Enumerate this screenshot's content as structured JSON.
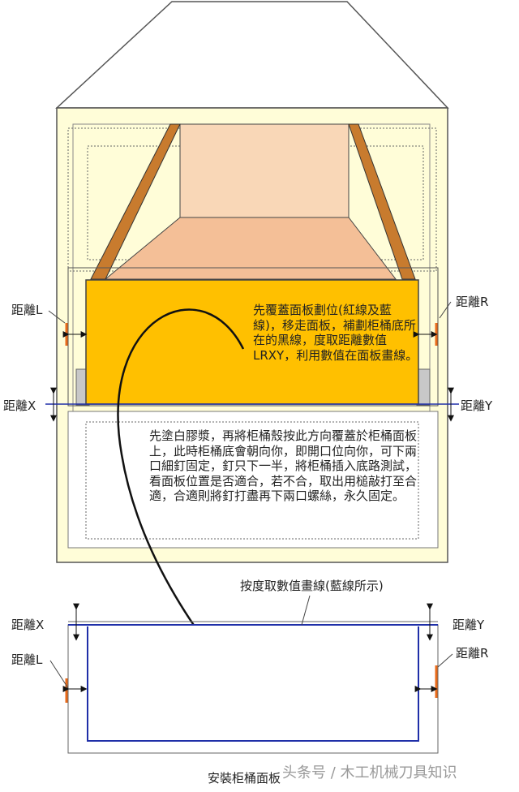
{
  "labels": {
    "dist_l": "距離L",
    "dist_r": "距離R",
    "dist_x": "距離X",
    "dist_y": "距離Y",
    "measure_caption": "按度取數值畫線(藍線所示)",
    "title": "安裝柜桶面板",
    "watermark": "头条号 / 木工机械刀具知识"
  },
  "notes": {
    "top": "先覆蓋面板劃位(紅線及藍線)，移走面板，補劃柜桶底所在的黑線，度取距離數值LRXY，利用數值在面板畫線。",
    "middle": "先塗白膠漿，再將柜桶殼按此方向覆蓋於柜桶面板上，此時柜桶底會朝向你，即開口位向你，可下兩口細釘固定，釘只下一半，將柜桶插入底路測試，看面板位置是否適合，若不合，取出用槌敲打至合適，合適則將釘打盡再下兩口螺絲，永久固定。"
  },
  "colors": {
    "cabinet": "#fffdd8",
    "panel": "#ffc000",
    "drawer_side": "#c87b2e",
    "drawer_inner": "#f6c8a0",
    "red_mark": "#e86a1a",
    "blue_line": "#1f2fa8",
    "outline": "#444444"
  }
}
